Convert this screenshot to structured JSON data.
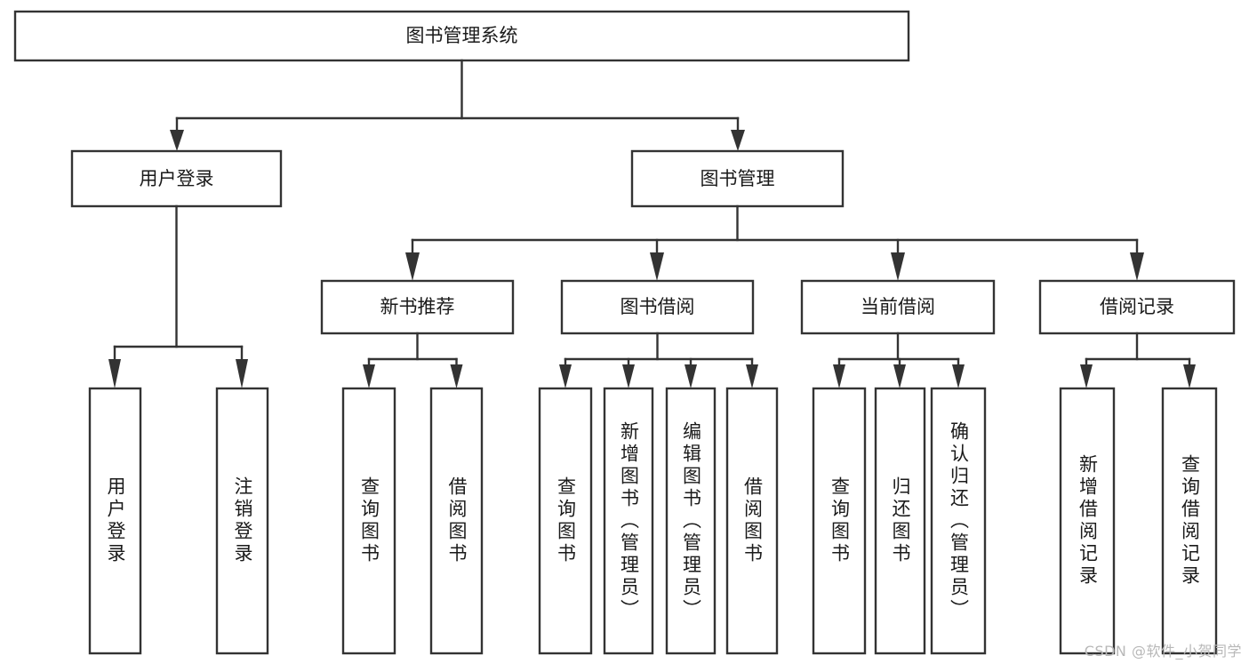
{
  "diagram": {
    "type": "tree",
    "title": "图书管理系统",
    "watermark": "CSDN @软件_小贺同学",
    "colors": {
      "background": "#ffffff",
      "box_stroke": "#333333",
      "text": "#1a1a1a",
      "watermark": "#b8b8b8"
    },
    "root": {
      "label": "图书管理系统",
      "level": 1
    },
    "level2": [
      {
        "label": "用户登录"
      },
      {
        "label": "图书管理"
      }
    ],
    "level3": [
      {
        "label": "新书推荐"
      },
      {
        "label": "图书借阅"
      },
      {
        "label": "当前借阅"
      },
      {
        "label": "借阅记录"
      }
    ],
    "leaves": {
      "user_login": [
        {
          "label": "用户登录"
        },
        {
          "label": "注销登录"
        }
      ],
      "new_book_recommend": [
        {
          "label": "查询图书"
        },
        {
          "label": "借阅图书"
        }
      ],
      "book_borrow": [
        {
          "label": "查询图书"
        },
        {
          "label": "新增图书（管理员）"
        },
        {
          "label": "编辑图书（管理员）"
        },
        {
          "label": "借阅图书"
        }
      ],
      "current_borrow": [
        {
          "label": "查询图书"
        },
        {
          "label": "归还图书"
        },
        {
          "label": "确认归还（管理员）"
        }
      ],
      "borrow_record": [
        {
          "label": "新增借阅记录"
        },
        {
          "label": "查询借阅记录"
        }
      ]
    }
  }
}
